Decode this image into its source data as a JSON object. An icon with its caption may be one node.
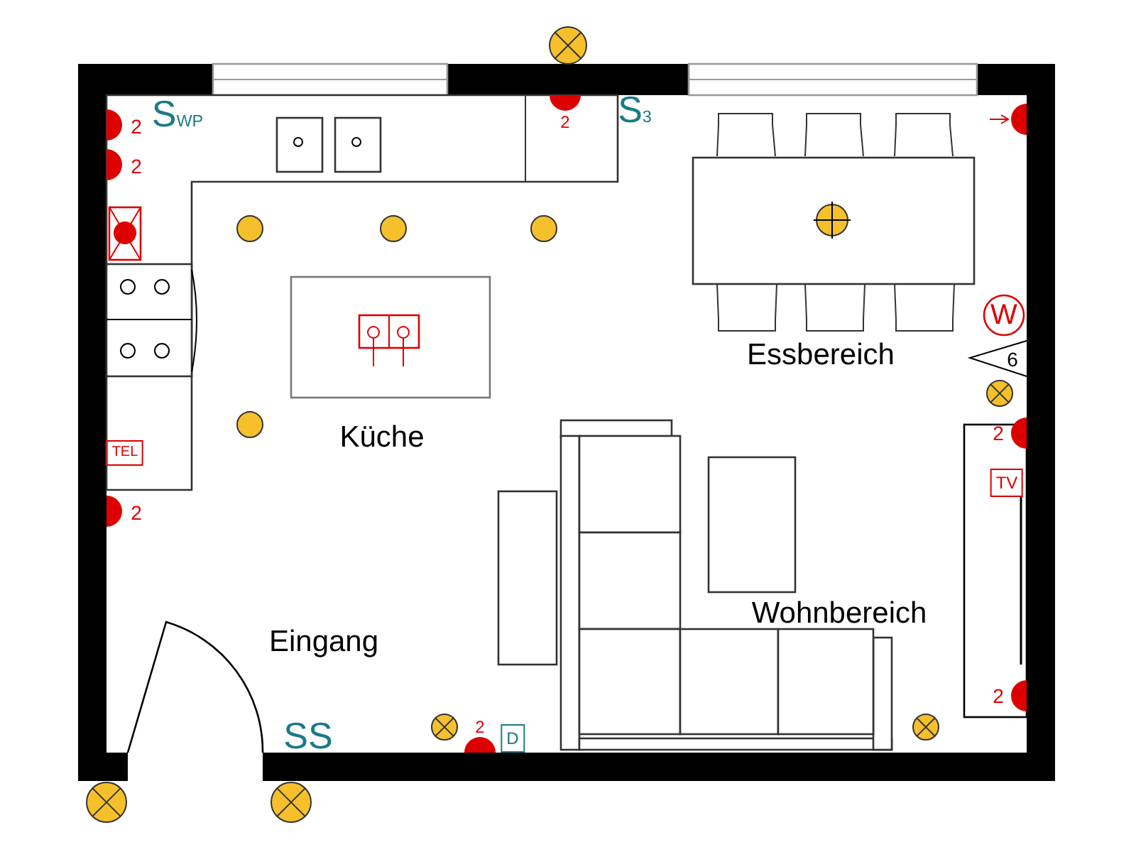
{
  "diagram": {
    "labels": [
      "S$_{WP}$",
      "2",
      "2",
      "S$_{3}$",
      "2",
      "W",
      "6",
      "Essbereich",
      "Küche",
      "TEL",
      "2",
      "TV",
      "2",
      "Wohnbereich",
      "Eingang",
      "2",
      "SS",
      "2",
      "D"
    ]
  }
}
